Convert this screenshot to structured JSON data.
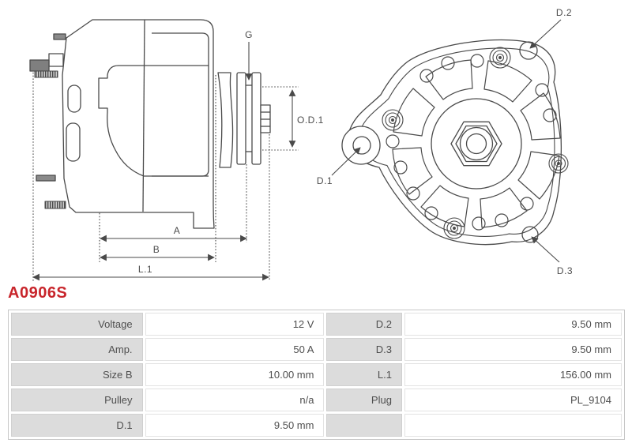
{
  "part_number": "A0906S",
  "colors": {
    "accent_red": "#c8252b",
    "label_cell_bg": "#dcdcdc",
    "cell_border": "#d0d0d0",
    "table_border": "#c7c7c7",
    "text_gray": "#4f4f4f",
    "drawing_line": "#4a4a4a"
  },
  "diagram": {
    "side_view": {
      "dim_g": "G",
      "dim_od1": "O.D.1",
      "dim_a": "A",
      "dim_b": "B",
      "dim_l1": "L.1"
    },
    "front_view": {
      "dim_d1": "D.1",
      "dim_d2": "D.2",
      "dim_d3": "D.3"
    }
  },
  "spec_table": {
    "rows": [
      {
        "label1": "Voltage",
        "value1": "12 V",
        "label2": "D.2",
        "value2": "9.50 mm"
      },
      {
        "label1": "Amp.",
        "value1": "50 A",
        "label2": "D.3",
        "value2": "9.50 mm"
      },
      {
        "label1": "Size B",
        "value1": "10.00 mm",
        "label2": "L.1",
        "value2": "156.00 mm"
      },
      {
        "label1": "Pulley",
        "value1": "n/a",
        "label2": "Plug",
        "value2": "PL_9104"
      },
      {
        "label1": "D.1",
        "value1": "9.50 mm",
        "label2": "",
        "value2": ""
      }
    ]
  }
}
